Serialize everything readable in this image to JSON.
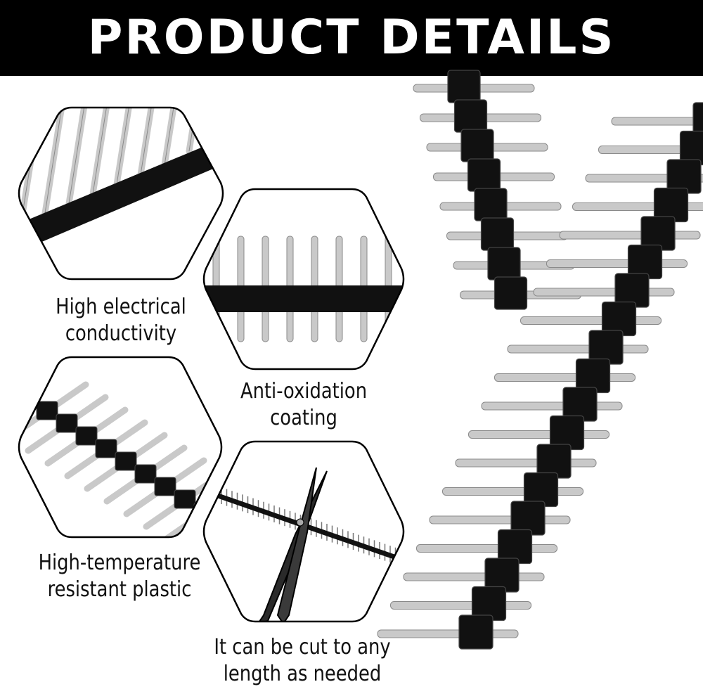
{
  "banner": {
    "title": "PRODUCT DETAILS"
  },
  "features": [
    {
      "line1": "High electrical",
      "line2": "conductivity",
      "image_icon": "angled-pin-header-closeup"
    },
    {
      "line1": "Anti-oxidation",
      "line2": "coating",
      "image_icon": "upright-pin-header-closeup"
    },
    {
      "line1": "High-temperature",
      "line2": "resistant plastic",
      "image_icon": "diagonal-pin-header-closeup"
    },
    {
      "line1": "It can be cut to any",
      "line2": "length as needed",
      "image_icon": "scissors-cutting-header"
    }
  ],
  "colors": {
    "banner": "#000000",
    "plastic": "#111111",
    "pin": "#c9c9c9",
    "outline": "#000000"
  }
}
